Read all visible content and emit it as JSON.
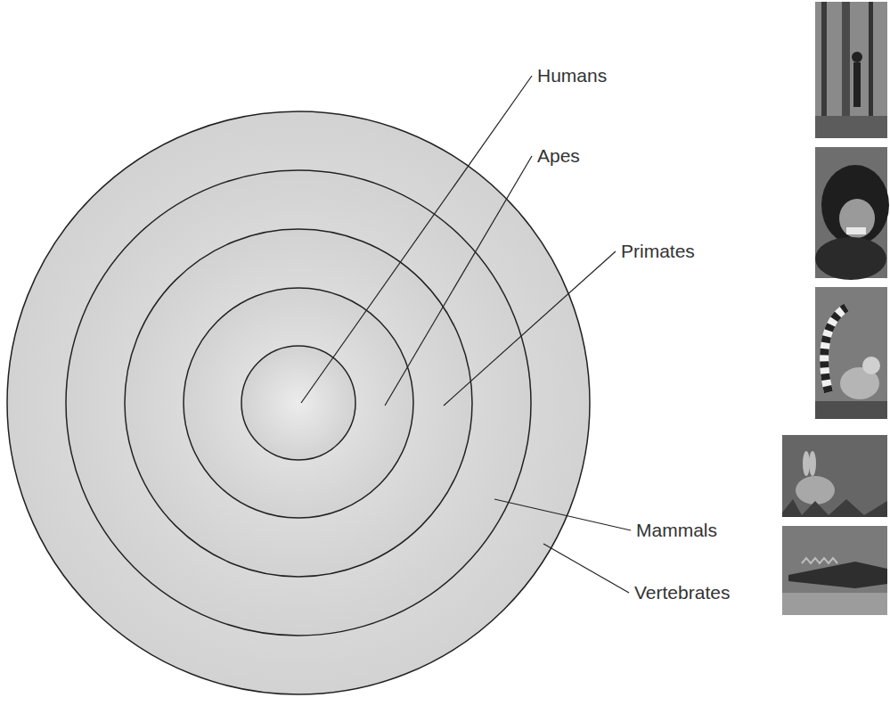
{
  "diagram": {
    "nodes": [
      {
        "text": [
          "Vertebrates"
        ]
      },
      {
        "text": [
          "Mammals"
        ],
        "in": 0
      },
      {
        "text": [
          "Primates"
        ],
        "in": 1
      },
      {
        "text": [
          "Apes"
        ],
        "in": 2
      },
      {
        "text": [
          "Humans"
        ],
        "in": 3
      }
    ]
  }
}
